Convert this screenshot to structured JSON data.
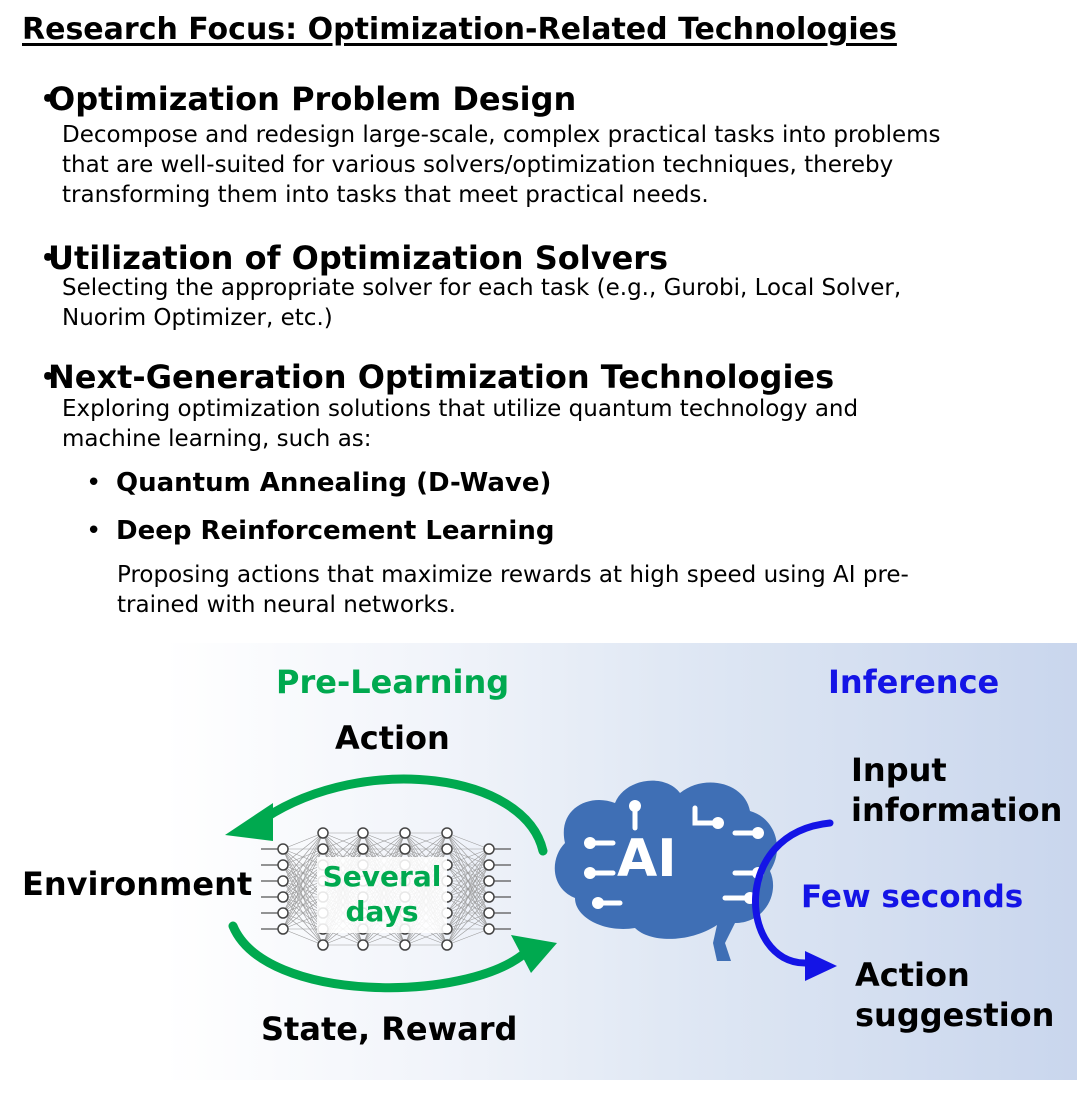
{
  "title": "Research Focus: Optimization-Related Technologies",
  "sections": [
    {
      "bullet": "・",
      "heading": "Optimization Problem Design",
      "lines": [
        "Decompose and redesign large-scale, complex practical tasks into problems",
        "that are well-suited for various solvers/optimization techniques, thereby",
        "transforming them into tasks that meet practical needs."
      ]
    },
    {
      "bullet": "・",
      "heading": "Utilization of Optimization Solvers",
      "lines": [
        "Selecting the appropriate solver for each task (e.g., Gurobi, Local Solver,",
        "Nuorim Optimizer, etc.)"
      ]
    },
    {
      "bullet": "・",
      "heading": "Next-Generation Optimization Technologies",
      "lines": [
        "Exploring optimization solutions that utilize quantum technology and",
        "machine learning, such as:"
      ]
    }
  ],
  "sub_bullets": [
    {
      "marker": "•",
      "text": "Quantum Annealing (D-Wave)"
    },
    {
      "marker": "•",
      "text": "Deep Reinforcement Learning"
    }
  ],
  "sub_bullet_lines": [
    "Proposing actions that maximize rewards at high speed using AI pre-",
    "trained with neural networks."
  ],
  "diagram": {
    "pre_learning": "Pre-Learning",
    "inference": "Inference",
    "action": "Action",
    "environment": "Environment",
    "state_reward": "State, Reward",
    "several": "Several",
    "days": "days",
    "ai": "AI",
    "input_line1": "Input",
    "input_line2": "information",
    "few_seconds": "Few seconds",
    "action_suggestion_line1": "Action",
    "action_suggestion_line2": "suggestion",
    "colors": {
      "green": "#00a94f",
      "blue": "#1414e6",
      "brain": "#3f6fb5",
      "network": "#555555"
    }
  }
}
